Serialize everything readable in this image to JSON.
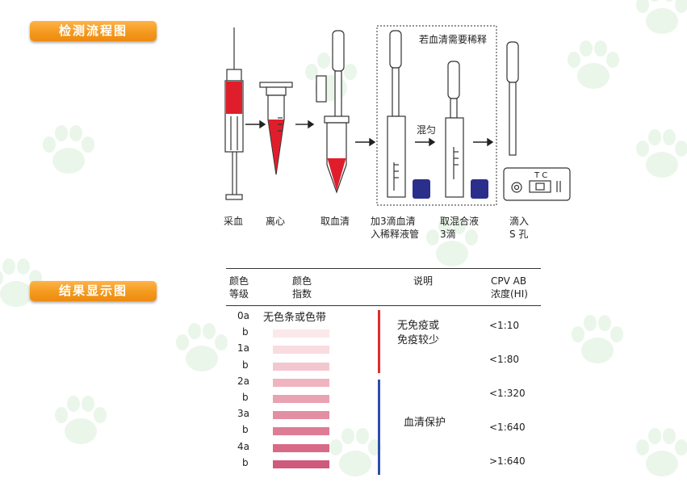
{
  "badges": {
    "process": "检测流程图",
    "results": "结果显示图"
  },
  "process": {
    "dilute_note": "若血清需要稀释",
    "mix_label": "混匀",
    "tc_label": "T C",
    "steps": [
      {
        "line1": "采血",
        "line2": ""
      },
      {
        "line1": "离心",
        "line2": ""
      },
      {
        "line1": "取血清",
        "line2": ""
      },
      {
        "line1": "加3滴血清",
        "line2": "入稀释液管"
      },
      {
        "line1": "取混合液",
        "line2": "3滴"
      },
      {
        "line1": "滴入",
        "line2": "S 孔"
      }
    ]
  },
  "results": {
    "headers": {
      "grade_l1": "颜色",
      "grade_l2": "等级",
      "index_l1": "颜色",
      "index_l2": "指数",
      "note": "说明",
      "titer_l1": "CPV AB",
      "titer_l2": "浓度(HI)"
    },
    "first_row_text": "无色条或色带",
    "rows": [
      {
        "grade": "0a",
        "color": ""
      },
      {
        "grade": "b",
        "color": "#fbe8ea"
      },
      {
        "grade": "1a",
        "color": "#f8dce0"
      },
      {
        "grade": "b",
        "color": "#f3c7cf"
      },
      {
        "grade": "2a",
        "color": "#efb4c0"
      },
      {
        "grade": "b",
        "color": "#e9a2b2"
      },
      {
        "grade": "3a",
        "color": "#e38ea3"
      },
      {
        "grade": "b",
        "color": "#de7c96"
      },
      {
        "grade": "4a",
        "color": "#d86a88"
      },
      {
        "grade": "b",
        "color": "#d05a7c"
      }
    ],
    "notes": {
      "low_l1": "无免疫或",
      "low_l2": "免疫较少",
      "protect": "血清保护"
    },
    "titers": [
      "<1:10",
      "<1:80",
      "<1:320",
      "<1:640",
      ">1:640"
    ],
    "colors": {
      "red_bar": "#e02b2b",
      "blue_bar": "#2f4ea8",
      "badge": "#f39a1e"
    }
  }
}
